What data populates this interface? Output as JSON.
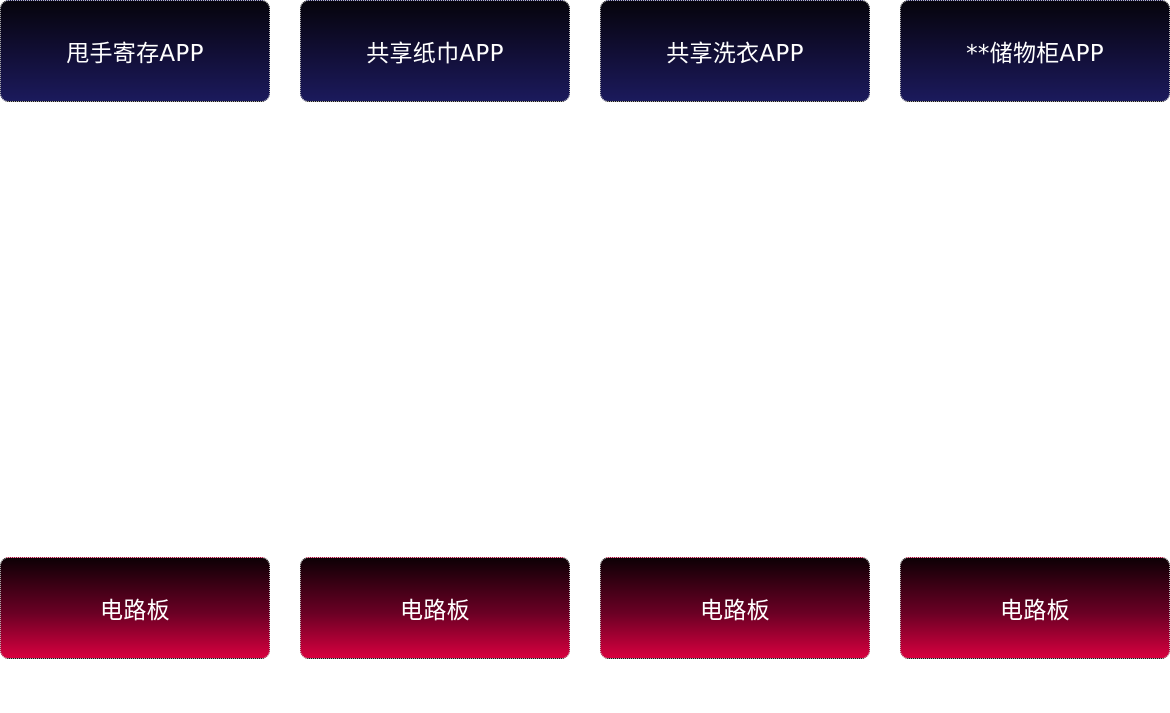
{
  "apps": [
    {
      "label": "甩手寄存APP"
    },
    {
      "label": "共享纸巾APP"
    },
    {
      "label": "共享洗衣APP"
    },
    {
      "label": "**储物柜APP"
    }
  ],
  "boards": [
    {
      "label": "电路板"
    },
    {
      "label": "电路板"
    },
    {
      "label": "电路板"
    },
    {
      "label": "电路板"
    }
  ],
  "colors": {
    "app_gradient_top": "#06040c",
    "app_gradient_bottom": "#1b1a5c",
    "board_gradient_top": "#0d0005",
    "board_gradient_bottom": "#d8003f",
    "text": "#ffffff"
  }
}
